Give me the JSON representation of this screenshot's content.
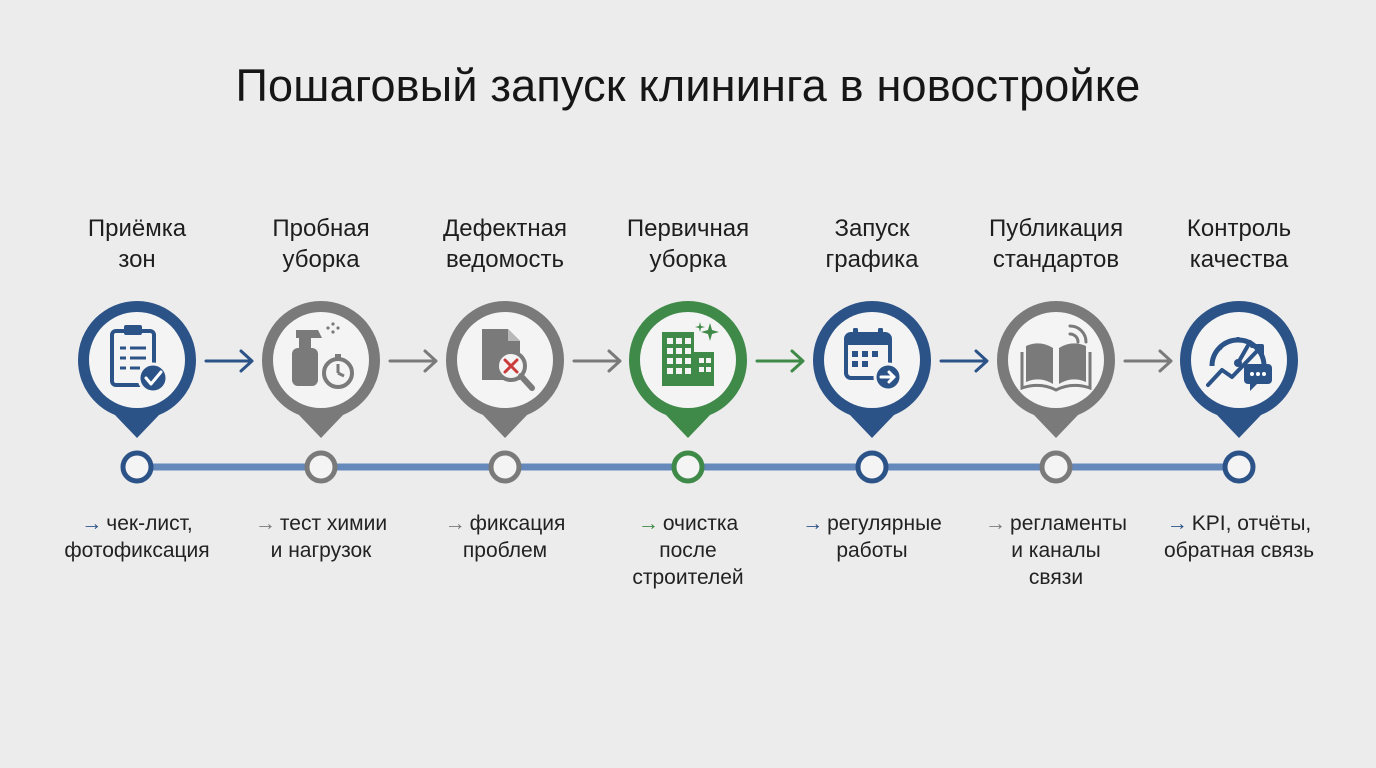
{
  "title": "Пошаговый запуск клининга в новостройке",
  "colors": {
    "blue": "#2c5388",
    "gray": "#7a7a7a",
    "green": "#3f8a48",
    "timeline": "#6689bb",
    "background": "#ececec"
  },
  "steps": [
    {
      "title_lines": [
        "Приёмка",
        "зон"
      ],
      "note_lines": [
        "чек-лист,",
        "фотофиксация"
      ],
      "arrow": "→",
      "icon": "clipboard-check-icon",
      "color": "blue"
    },
    {
      "title_lines": [
        "Пробная",
        "уборка"
      ],
      "note_lines": [
        "тест химии",
        "и нагрузок"
      ],
      "arrow": "→",
      "icon": "spray-timer-icon",
      "color": "gray"
    },
    {
      "title_lines": [
        "Дефектная",
        "ведомость"
      ],
      "note_lines": [
        "фиксация",
        "проблем"
      ],
      "arrow": "→",
      "icon": "document-search-icon",
      "color": "gray"
    },
    {
      "title_lines": [
        "Первичная",
        "уборка"
      ],
      "note_lines": [
        "очистка",
        "после",
        "строителей"
      ],
      "arrow": "→",
      "icon": "building-sparkle-icon",
      "color": "green"
    },
    {
      "title_lines": [
        "Запуск",
        "графика"
      ],
      "note_lines": [
        "регулярные",
        "работы"
      ],
      "arrow": "→",
      "icon": "calendar-arrow-icon",
      "color": "blue"
    },
    {
      "title_lines": [
        "Публикация",
        "стандартов"
      ],
      "note_lines": [
        "регламенты",
        "и каналы",
        "связи"
      ],
      "arrow": "→",
      "icon": "book-broadcast-icon",
      "color": "gray"
    },
    {
      "title_lines": [
        "Контроль",
        "качества"
      ],
      "note_lines": [
        "KPI, отчёты,",
        "обратная связь"
      ],
      "arrow": "→",
      "icon": "gauge-chart-icon",
      "color": "blue"
    }
  ]
}
